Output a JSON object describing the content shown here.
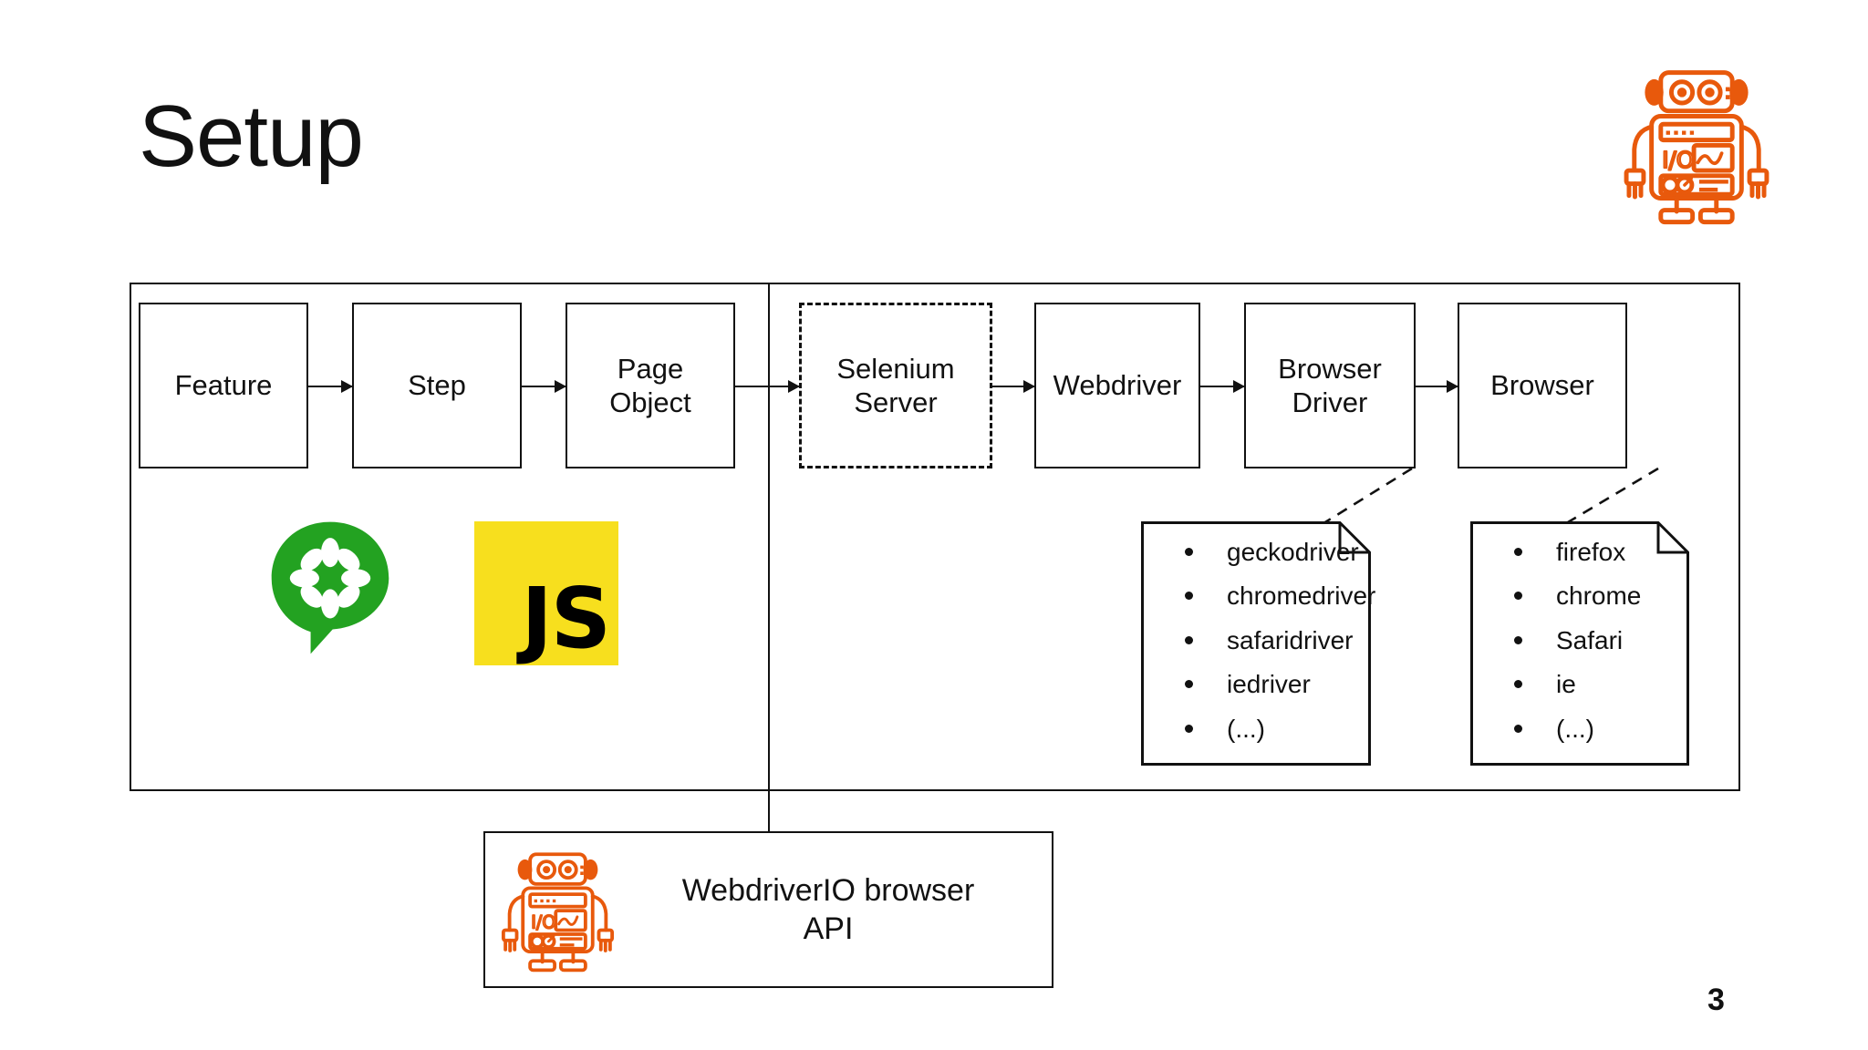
{
  "slide": {
    "title": "Setup",
    "page_number": "3",
    "accent_color": "#E8590C",
    "cucumber_green": "#23A221",
    "js_yellow": "#F7DF1E",
    "line_color": "#111111"
  },
  "corner_icon": "webdriverio-robot-icon",
  "pipeline": {
    "client_nodes": [
      {
        "label": "Feature",
        "style": "solid"
      },
      {
        "label": "Step",
        "style": "solid"
      },
      {
        "label": "Page\nObject",
        "style": "solid"
      }
    ],
    "server_nodes": [
      {
        "label": "Selenium\nServer",
        "style": "dashed"
      },
      {
        "label": "Webdriver",
        "style": "solid"
      },
      {
        "label": "Browser\nDriver",
        "style": "solid"
      },
      {
        "label": "Browser",
        "style": "solid"
      }
    ]
  },
  "nodes": {
    "feature": "Feature",
    "step": "Step",
    "page_object_line1": "Page",
    "page_object_line2": "Object",
    "selenium_line1": "Selenium",
    "selenium_line2": "Server",
    "webdriver": "Webdriver",
    "browser_driver_line1": "Browser",
    "browser_driver_line2": "Driver",
    "browser": "Browser"
  },
  "notes": {
    "browser_drivers": {
      "source_node": "Browser Driver",
      "items": [
        "geckodriver",
        "chromedriver",
        "safaridriver",
        "iedriver",
        "(...)"
      ]
    },
    "browsers": {
      "source_node": "Browser",
      "items": [
        "firefox",
        "chrome",
        "Safari",
        "ie",
        "(...)"
      ]
    }
  },
  "logos": [
    {
      "name": "cucumber-logo",
      "alt": "Cucumber"
    },
    {
      "name": "javascript-logo",
      "alt": "JS",
      "text": "JS"
    }
  ],
  "api_box": {
    "icon": "webdriverio-robot-icon",
    "label_line1": "WebdriverIO browser",
    "label_line2": "API"
  }
}
